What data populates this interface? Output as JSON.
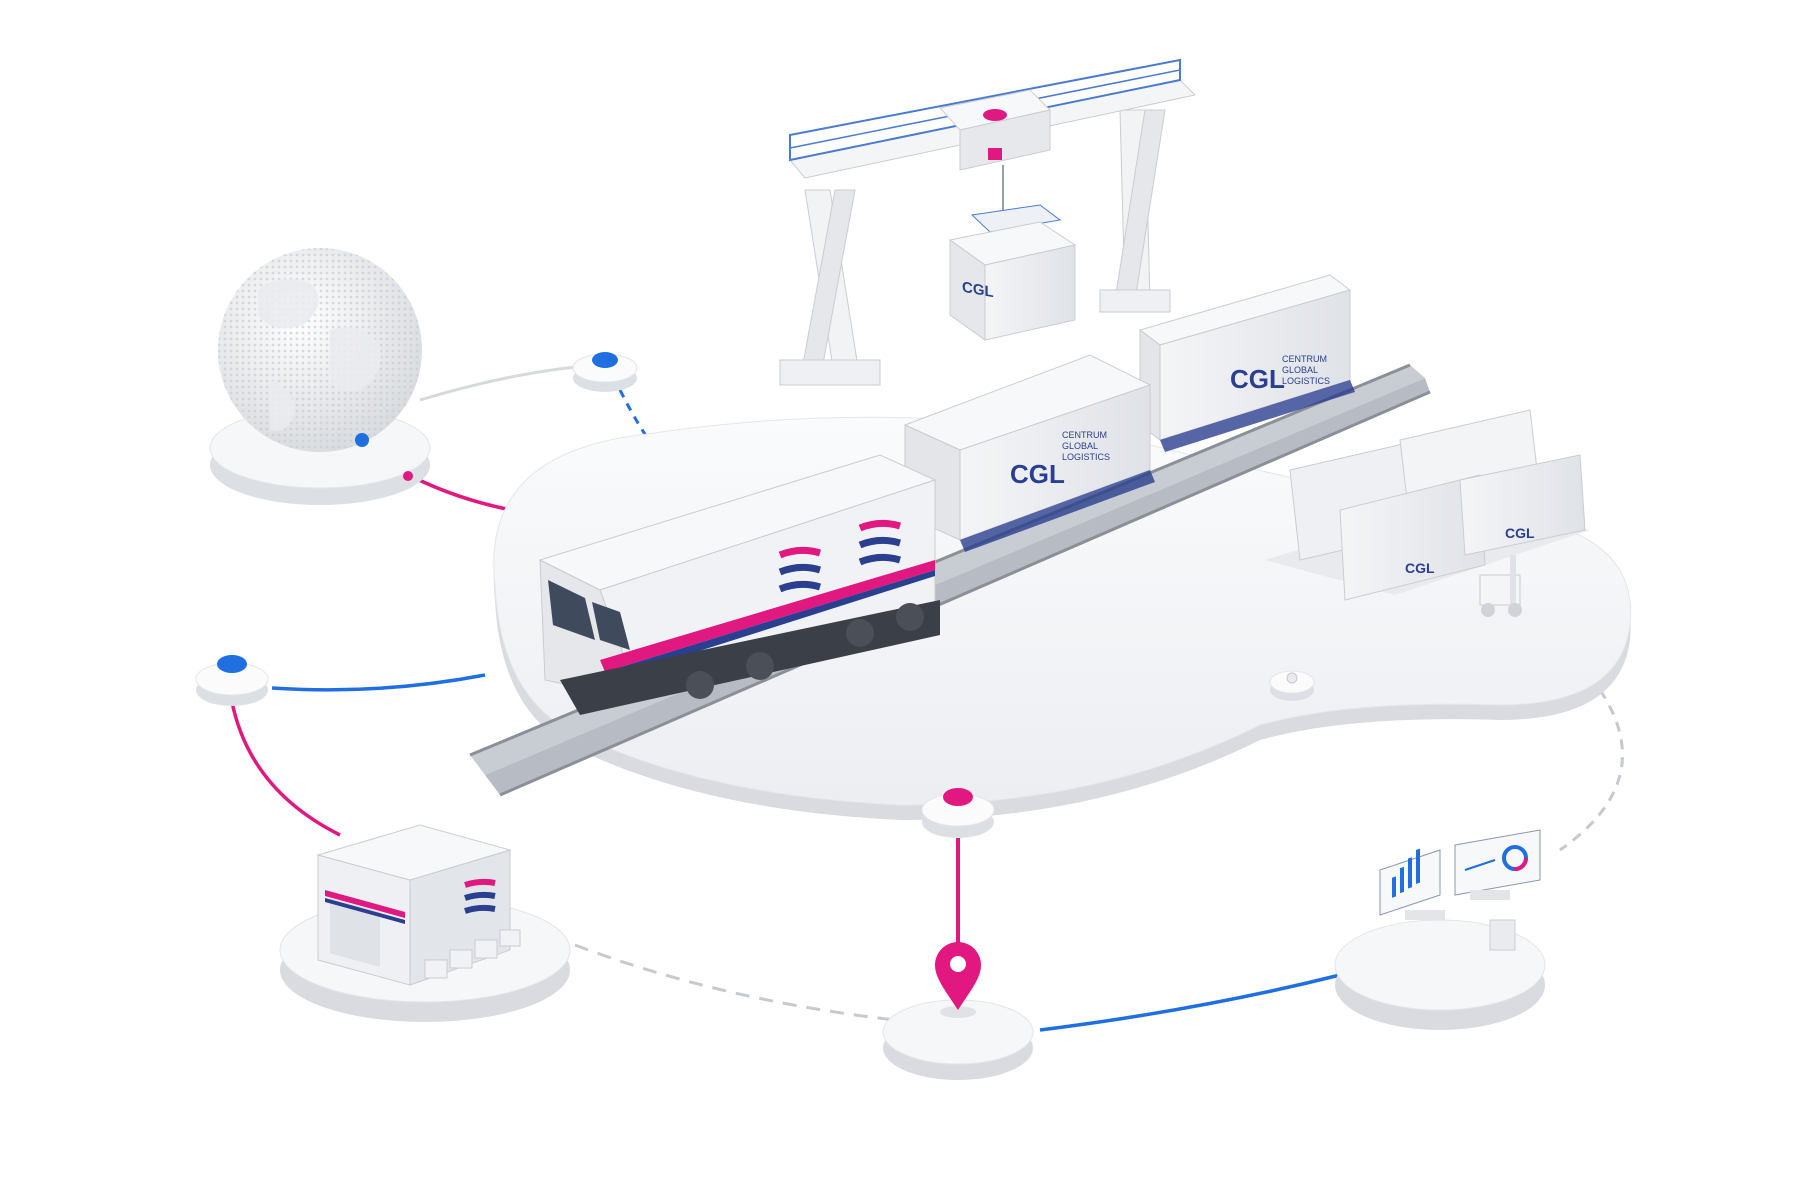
{
  "colors": {
    "background": "#ffffff",
    "surface": "#f1f2f5",
    "surface_shadow": "#d9dbe1",
    "accent_magenta": "#e0187f",
    "accent_blue": "#1f6fe0",
    "brand_navy": "#2a3f8f",
    "rail": "#8a8f98"
  },
  "containers": {
    "brand": "CGL",
    "tagline_line1": "CENTRUM",
    "tagline_line2": "GLOBAL",
    "tagline_line3": "LOGISTICS"
  },
  "icons": [
    "globe-icon",
    "warehouse-icon",
    "location-pin-icon",
    "dashboard-monitor-icon",
    "forklift-icon",
    "gantry-crane-icon",
    "locomotive-icon"
  ]
}
